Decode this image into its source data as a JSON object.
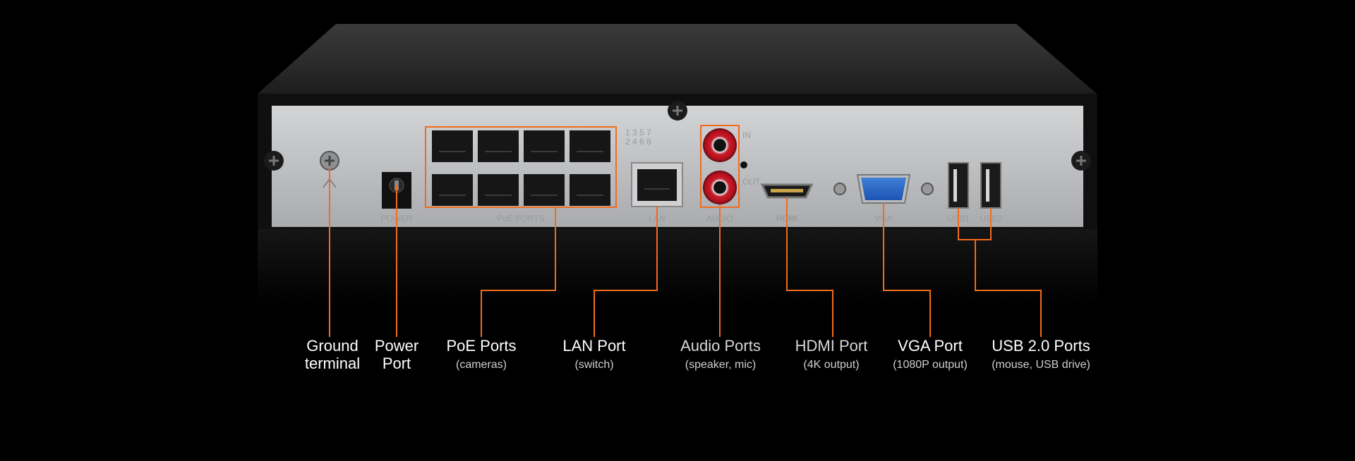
{
  "device": {
    "port_labels": {
      "power": "POWER",
      "poe": "PoE  PORTS",
      "lan": "LAN",
      "audio": "AUDIO",
      "audio_in": "IN",
      "audio_out": "OUT",
      "hdmi": "HDMI",
      "vga": "VGA",
      "usb1": "USB1",
      "usb2": "USB2",
      "port_map_top": "1 3 5 7",
      "port_map_bottom": "2 4 6 8"
    }
  },
  "accent_color": "#f26b1d",
  "callouts": [
    {
      "title": "Ground\nterminal",
      "subtitle": ""
    },
    {
      "title": "Power\nPort",
      "subtitle": ""
    },
    {
      "title": "PoE Ports",
      "subtitle": "(cameras)"
    },
    {
      "title": "LAN Port",
      "subtitle": "(switch)"
    },
    {
      "title": "Audio Ports",
      "subtitle": "(speaker, mic)"
    },
    {
      "title": "HDMI Port",
      "subtitle": "(4K output)"
    },
    {
      "title": "VGA Port",
      "subtitle": "(1080P output)"
    },
    {
      "title": "USB 2.0 Ports",
      "subtitle": "(mouse, USB drive)"
    }
  ]
}
